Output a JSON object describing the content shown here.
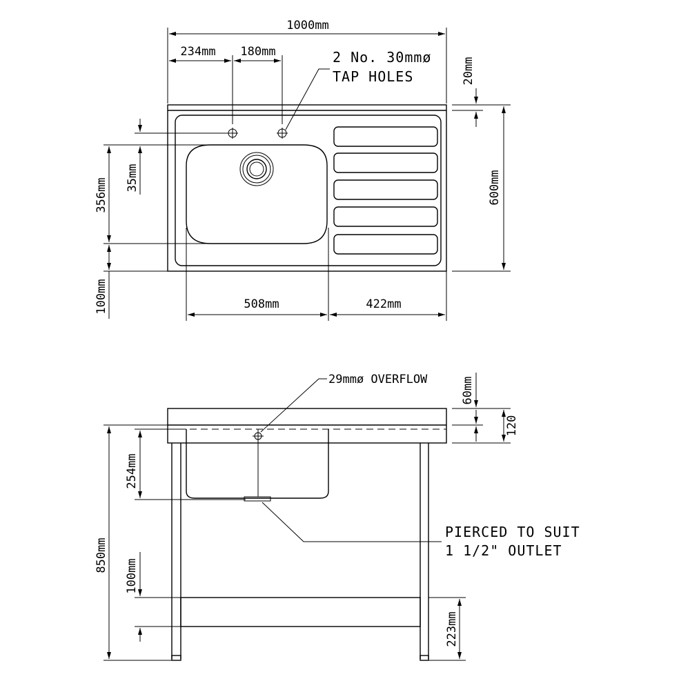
{
  "top_view": {
    "overall_width": "1000mm",
    "tap_offset": "234mm",
    "tap_spacing": "180mm",
    "tap_note_line1": "2 No. 30mmø",
    "tap_note_line2": "TAP HOLES",
    "upstand": "20mm",
    "depth": "600mm",
    "bowl_depth": "356mm",
    "tap_to_bowl": "35mm",
    "front_edge": "100mm",
    "bowl_width": "508mm",
    "drainer_width": "422mm"
  },
  "front_view": {
    "overflow_note": "29mmø OVERFLOW",
    "upstand_height": "60mm",
    "top_thickness": "120",
    "bowl_depth": "254mm",
    "overall_height": "850mm",
    "shelf_thickness": "100mm",
    "shelf_height": "223mm",
    "outlet_note_line1": "PIERCED TO SUIT",
    "outlet_note_line2": "1 1/2\" OUTLET"
  }
}
